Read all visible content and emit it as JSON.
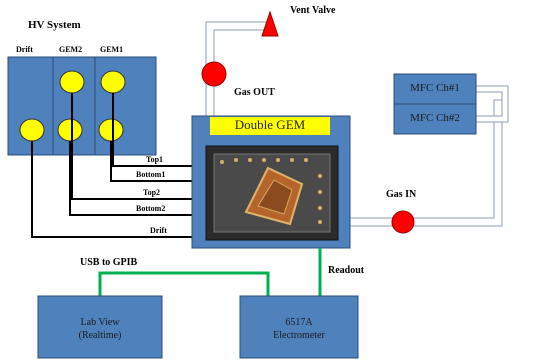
{
  "colors": {
    "box_fill": "#4f81bd",
    "box_border": "#2c4d75",
    "knob_fill": "#ffff00",
    "valve_fill": "#ff0000",
    "usb_line": "#00b050",
    "gas_pipe": "#d9e2ee",
    "title_fill": "#ffff00"
  },
  "hv_system": {
    "title": "HV System",
    "channels": [
      "Drift",
      "GEM2",
      "GEM1"
    ]
  },
  "cables": {
    "top1": "Top1",
    "bottom1": "Bottom1",
    "top2": "Top2",
    "bottom2": "Bottom2",
    "drift": "Drift"
  },
  "gas": {
    "vent_valve": "Vent Valve",
    "gas_out": "Gas OUT",
    "gas_in": "Gas IN",
    "mfc": [
      "MFC Ch#1",
      "MFC Ch#2"
    ]
  },
  "detector": {
    "title": "Double GEM"
  },
  "readout": {
    "readout_label": "Readout",
    "usb_label": "USB to GPIB",
    "labview_line1": "Lab View",
    "labview_line2": "(Realtime)",
    "electrometer_line1": "6517A",
    "electrometer_line2": "Electrometer"
  }
}
